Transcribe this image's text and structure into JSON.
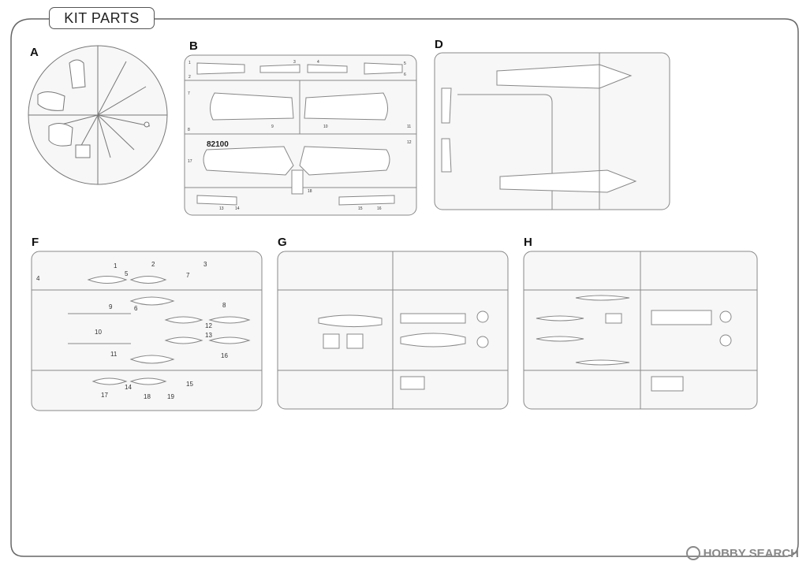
{
  "header": {
    "title": "KIT PARTS"
  },
  "sprues": {
    "A": {
      "label": "A"
    },
    "B": {
      "label": "B",
      "code": "82100",
      "numbers": [
        "1",
        "2",
        "3",
        "4",
        "5",
        "6",
        "7",
        "8",
        "9",
        "10",
        "11",
        "12",
        "13",
        "14",
        "15",
        "16",
        "17",
        "18"
      ]
    },
    "D": {
      "label": "D"
    },
    "F": {
      "label": "F",
      "numbers": [
        "1",
        "2",
        "3",
        "4",
        "5",
        "6",
        "7",
        "8",
        "9",
        "10",
        "11",
        "12",
        "13",
        "14",
        "15",
        "16",
        "17",
        "18",
        "19"
      ]
    },
    "G": {
      "label": "G"
    },
    "H": {
      "label": "H"
    }
  },
  "watermark": {
    "text": "HOBBY SEARCH"
  }
}
